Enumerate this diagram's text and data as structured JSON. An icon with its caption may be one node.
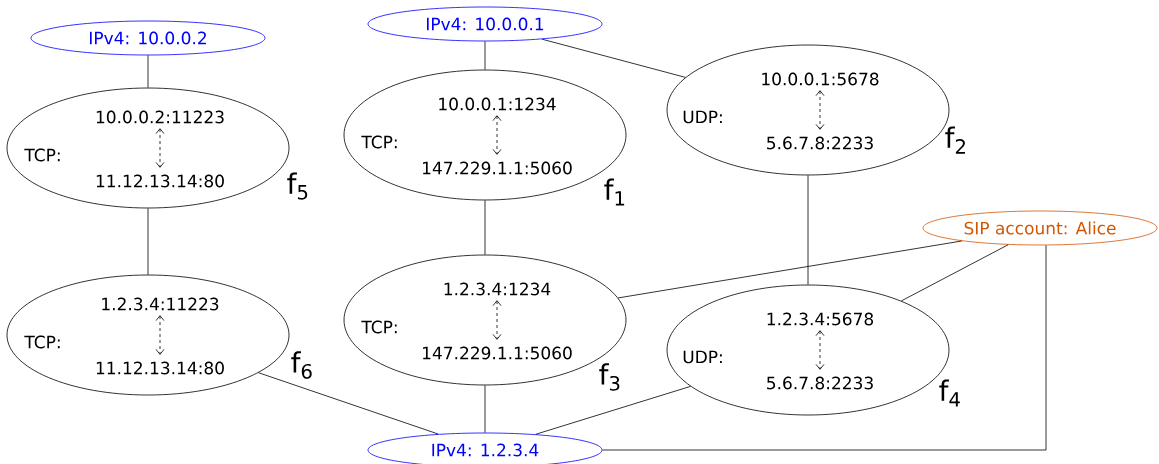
{
  "diagram": {
    "nodes": [
      {
        "text": [
          "IPv4: 10.0.0.2"
        ]
      },
      {
        "text": [
          "IPv4: 10.0.0.1"
        ]
      },
      {
        "text": [
          "10.0.0.2:11223",
          "TCP:",
          "11.12.13.14:80"
        ],
        "beside": [
          "f$_{5}$"
        ]
      },
      {
        "text": [
          "10.0.0.1:1234",
          "TCP:",
          "147.229.1.1:5060"
        ],
        "beside": [
          "f$_{1}$"
        ]
      },
      {
        "text": [
          "10.0.0.1:5678",
          "UDP:",
          "5.6.7.8:2233"
        ],
        "beside": [
          "f$_{2}$"
        ]
      },
      {
        "text": [
          "SIP account: Alice"
        ]
      },
      {
        "text": [
          "1.2.3.4:11223",
          "TCP:",
          "11.12.13.14:80"
        ],
        "beside": [
          "f$_{6}$"
        ]
      },
      {
        "text": [
          "1.2.3.4:1234",
          "TCP:",
          "147.229.1.1:5060"
        ],
        "beside": [
          "f$_{3}$"
        ]
      },
      {
        "text": [
          "1.2.3.4:5678",
          "UDP:",
          "5.6.7.8:2233"
        ],
        "beside": [
          "f$_{4}$"
        ]
      },
      {
        "text": [
          "IPv4: 1.2.3.4"
        ]
      }
    ],
    "edges": [
      {
        "from": 0,
        "to": 2,
        "arrow": "none"
      },
      {
        "from": 1,
        "to": 3,
        "arrow": "none"
      },
      {
        "from": 1,
        "to": 4,
        "arrow": "none"
      },
      {
        "from": 2,
        "to": 6,
        "arrow": "none"
      },
      {
        "from": 3,
        "to": 7,
        "arrow": "none"
      },
      {
        "from": 4,
        "to": 8,
        "arrow": "none"
      },
      {
        "from": 5,
        "to": 7,
        "arrow": "none"
      },
      {
        "from": 5,
        "to": 8,
        "arrow": "none"
      },
      {
        "from": 6,
        "to": 9,
        "arrow": "none"
      },
      {
        "from": 7,
        "to": 9,
        "arrow": "none"
      },
      {
        "from": 8,
        "to": 9,
        "arrow": "none"
      },
      {
        "from": 5,
        "to": 9,
        "arrow": "none"
      }
    ]
  }
}
